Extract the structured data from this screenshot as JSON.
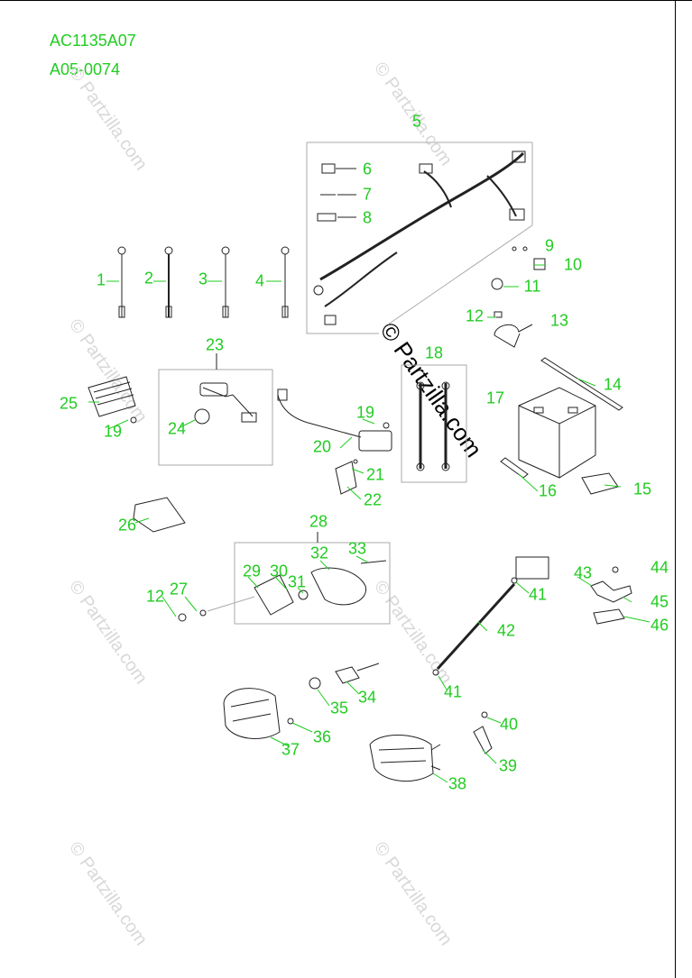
{
  "header": {
    "code_primary": "AC1135A07",
    "code_secondary": "A05-0074"
  },
  "watermarks": {
    "small": "© Partzilla.com",
    "large": "© Partzilla.com"
  },
  "colors": {
    "callout": "#22cc22",
    "line": "#222222",
    "watermark": "#d8d8d8",
    "frame": "#000000"
  },
  "callouts": [
    {
      "id": "c1",
      "label": "1"
    },
    {
      "id": "c2",
      "label": "2"
    },
    {
      "id": "c3",
      "label": "3"
    },
    {
      "id": "c4",
      "label": "4"
    },
    {
      "id": "c5",
      "label": "5"
    },
    {
      "id": "c6",
      "label": "6"
    },
    {
      "id": "c7",
      "label": "7"
    },
    {
      "id": "c8",
      "label": "8"
    },
    {
      "id": "c9",
      "label": "9"
    },
    {
      "id": "c10",
      "label": "10"
    },
    {
      "id": "c11",
      "label": "11"
    },
    {
      "id": "c12a",
      "label": "12"
    },
    {
      "id": "c13",
      "label": "13"
    },
    {
      "id": "c14",
      "label": "14"
    },
    {
      "id": "c15",
      "label": "15"
    },
    {
      "id": "c16",
      "label": "16"
    },
    {
      "id": "c17",
      "label": "17"
    },
    {
      "id": "c18",
      "label": "18"
    },
    {
      "id": "c19a",
      "label": "19"
    },
    {
      "id": "c19b",
      "label": "19"
    },
    {
      "id": "c20",
      "label": "20"
    },
    {
      "id": "c21",
      "label": "21"
    },
    {
      "id": "c22",
      "label": "22"
    },
    {
      "id": "c23",
      "label": "23"
    },
    {
      "id": "c24",
      "label": "24"
    },
    {
      "id": "c25",
      "label": "25"
    },
    {
      "id": "c26",
      "label": "26"
    },
    {
      "id": "c27",
      "label": "27"
    },
    {
      "id": "c28",
      "label": "28"
    },
    {
      "id": "c29",
      "label": "29"
    },
    {
      "id": "c30",
      "label": "30"
    },
    {
      "id": "c31",
      "label": "31"
    },
    {
      "id": "c32",
      "label": "32"
    },
    {
      "id": "c33",
      "label": "33"
    },
    {
      "id": "c34",
      "label": "34"
    },
    {
      "id": "c35",
      "label": "35"
    },
    {
      "id": "c36",
      "label": "36"
    },
    {
      "id": "c37",
      "label": "37"
    },
    {
      "id": "c38",
      "label": "38"
    },
    {
      "id": "c39",
      "label": "39"
    },
    {
      "id": "c40",
      "label": "40"
    },
    {
      "id": "c41a",
      "label": "41"
    },
    {
      "id": "c41b",
      "label": "41"
    },
    {
      "id": "c42",
      "label": "42"
    },
    {
      "id": "c43",
      "label": "43"
    },
    {
      "id": "c44",
      "label": "44"
    },
    {
      "id": "c45",
      "label": "45"
    },
    {
      "id": "c46",
      "label": "46"
    },
    {
      "id": "c12b",
      "label": "12"
    }
  ]
}
